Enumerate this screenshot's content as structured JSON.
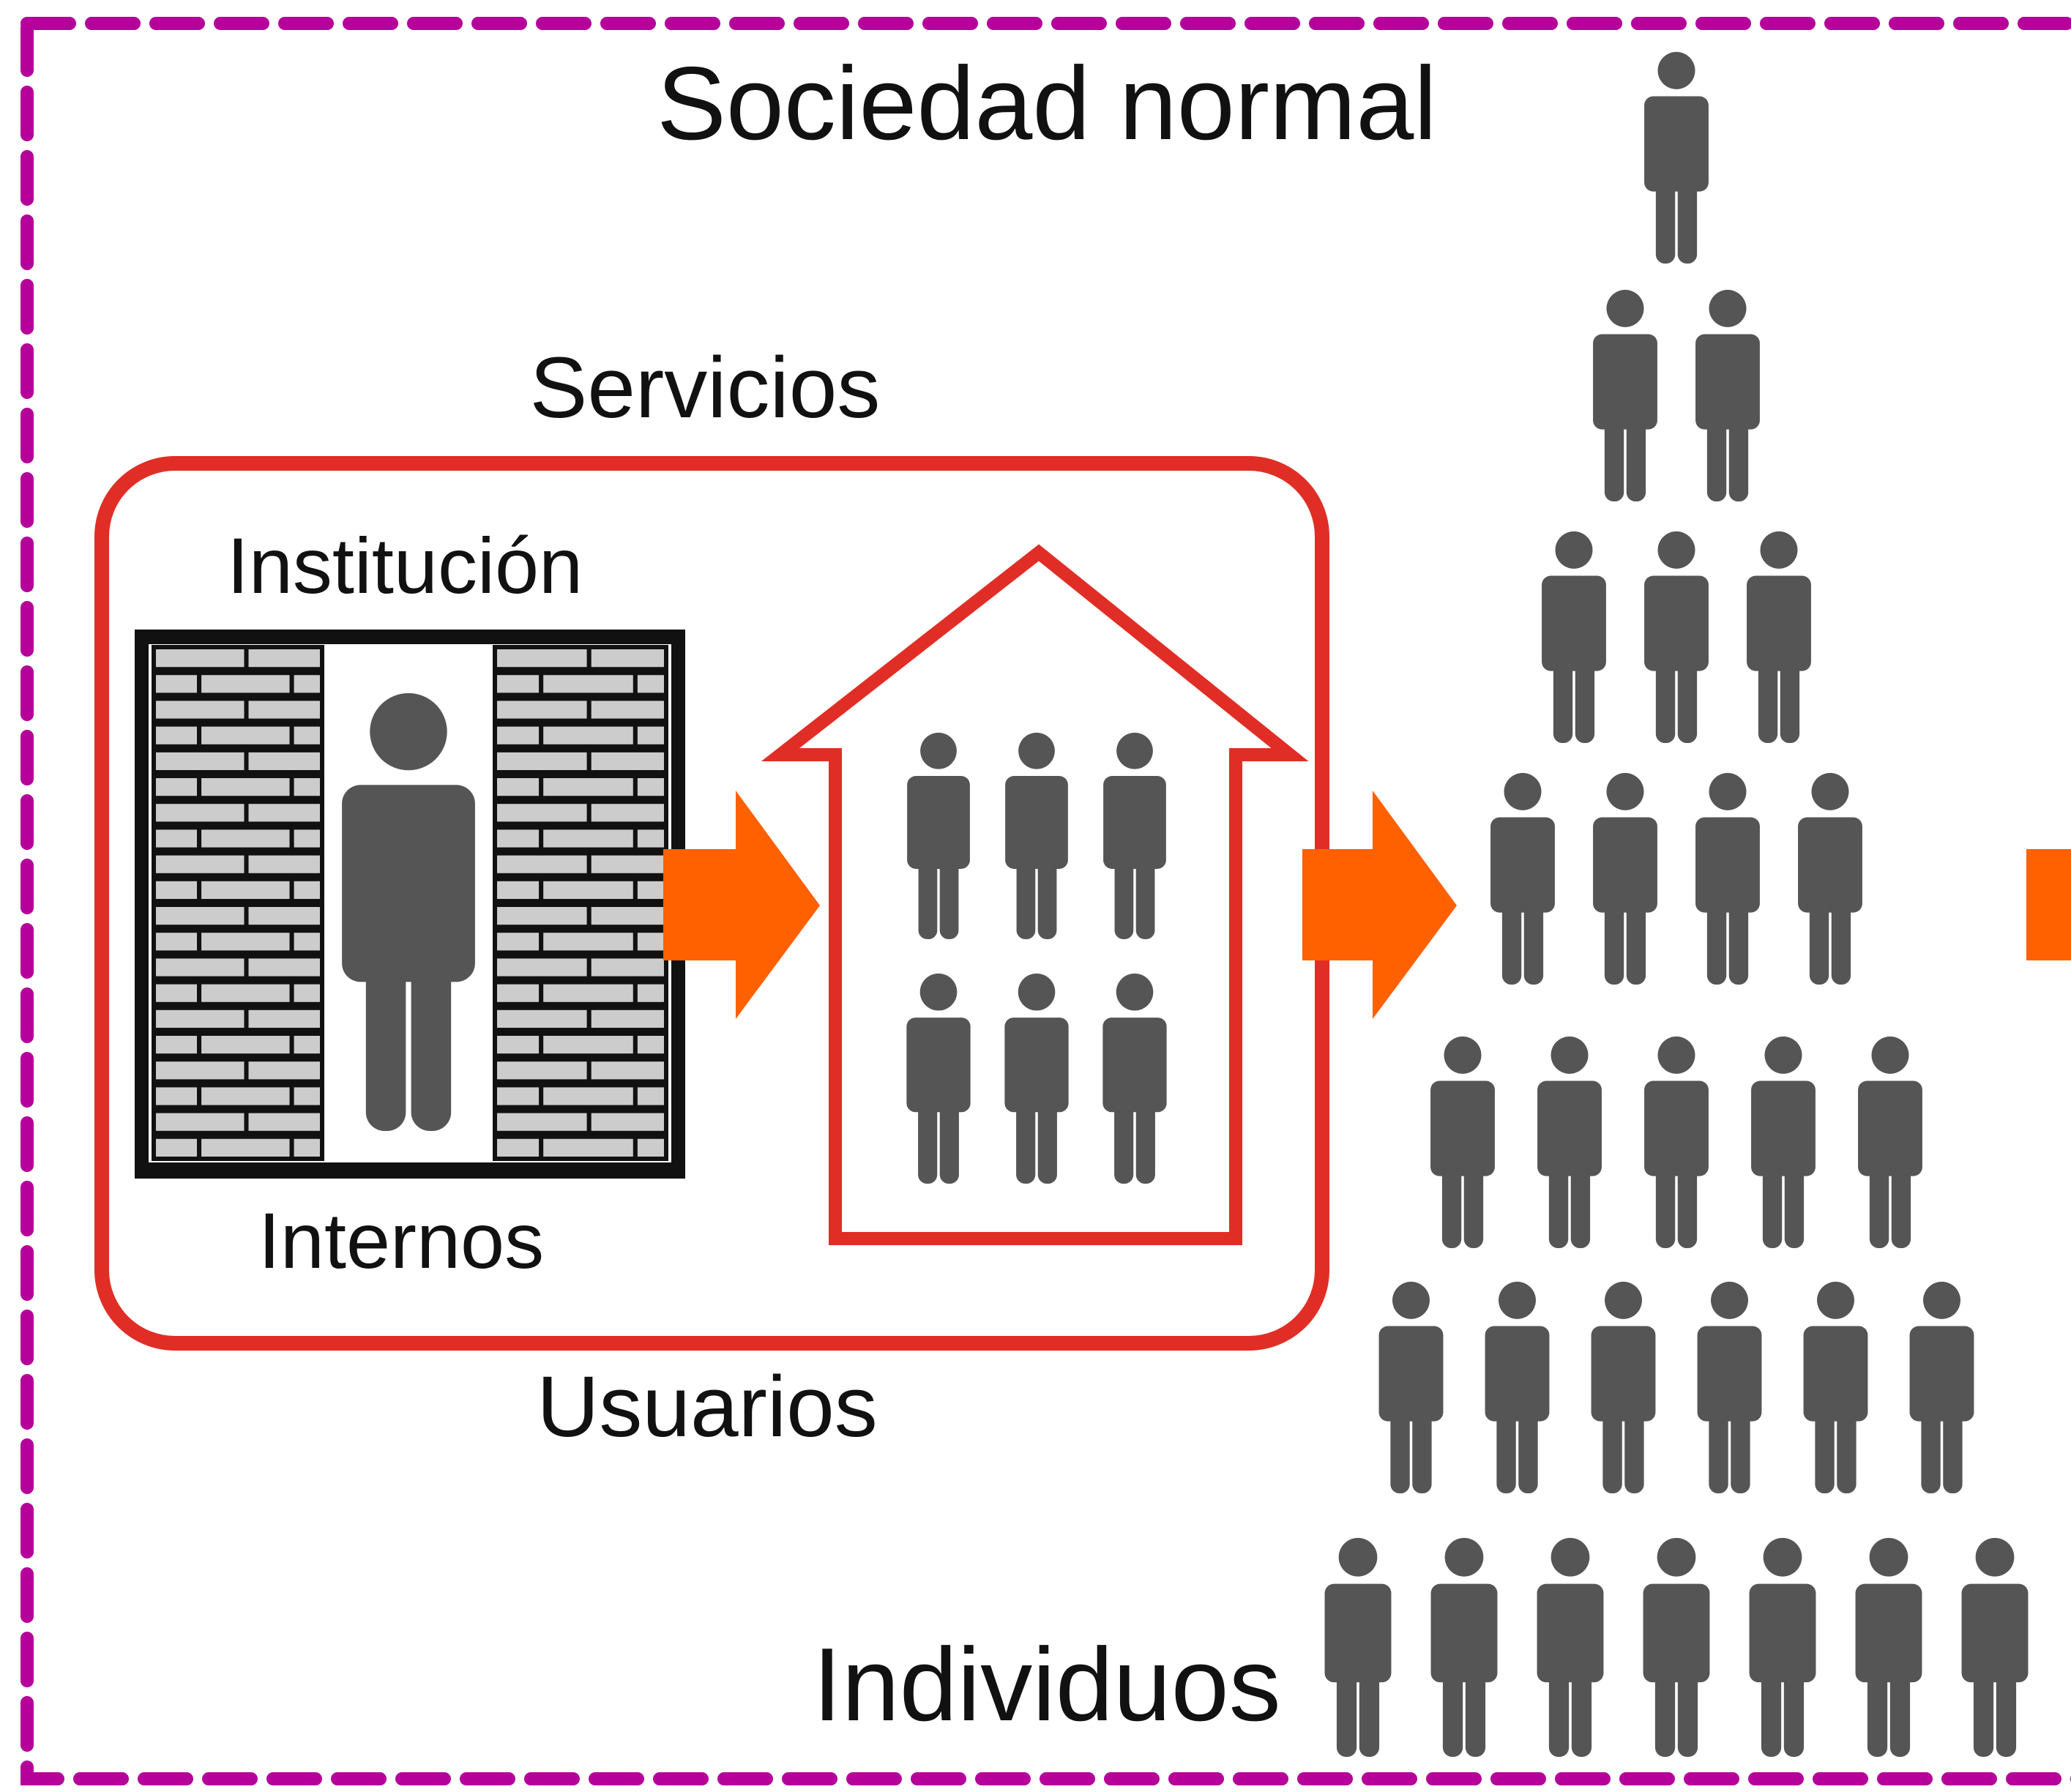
{
  "labels": {
    "society": "Sociedad normal",
    "services": "Servicios",
    "institution": "Institución",
    "inmates": "Internos",
    "users": "Usuarios",
    "individuals": "Individuos"
  },
  "colors": {
    "society_border": "#b5009a",
    "services_border": "#e02e26",
    "house_outline": "#e02e26",
    "arrow": "#ff6000",
    "person": "#555555",
    "brick_fill": "#cccccc",
    "wall_frame": "#111111",
    "text": "#111111"
  },
  "icons": {
    "person": "person-icon",
    "house": "house-icon",
    "brick_wall": "brick-wall-icon",
    "arrow": "arrow-right-icon"
  }
}
